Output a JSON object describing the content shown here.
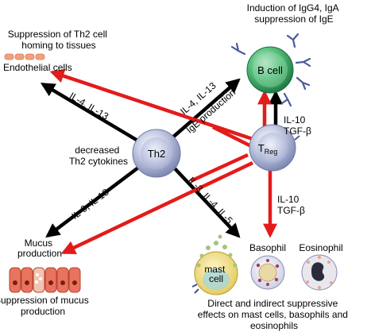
{
  "labels": {
    "induction": [
      "Induction of IgG4, IgA",
      "suppression of IgE"
    ],
    "th2_homing": [
      "Suppression of Th2 cell",
      "homing to tissues"
    ],
    "endothelial": "Endothelial cells",
    "decreased": [
      "decreased",
      "Th2 cytokines"
    ],
    "mucus_production": [
      "Mucus",
      "production"
    ],
    "mucus_suppression": [
      "Suppression of mucus",
      "production"
    ],
    "direct_indirect": [
      "Direct and indirect suppressive",
      "effects on mast cells, basophils and",
      "eosinophils"
    ],
    "basophil": "Basophil",
    "eosinophil": "Eosinophil"
  },
  "nodes": {
    "th2": "Th2",
    "b_cell": "B cell",
    "treg_main": "T",
    "treg_sub": "Reg",
    "mast_cell": [
      "mast",
      "cell"
    ]
  },
  "arrow_labels": {
    "il4_il13_left": "IL-4, IL-13",
    "il4_il13_right": "IL-4, IL-13",
    "ige_production": "IgE production",
    "il10_tgf_top": [
      "IL-10",
      "TGF-β"
    ],
    "il10_tgf_bottom": [
      "IL-10",
      "TGF-β"
    ],
    "il9_il13": "IL-9, IL-13",
    "il3_il4_il5": "IL-3, IL-4, IL-5"
  },
  "colors": {
    "inhibit_arrow": "#e31b1b",
    "stimulate_arrow": "#000000",
    "th2_cell": "#b8c2dc",
    "treg_cell": "#b8c2dc",
    "b_cell": "#4dbb76",
    "endothelium": "#f3a07e",
    "mucus_cells": "#e8735e"
  }
}
